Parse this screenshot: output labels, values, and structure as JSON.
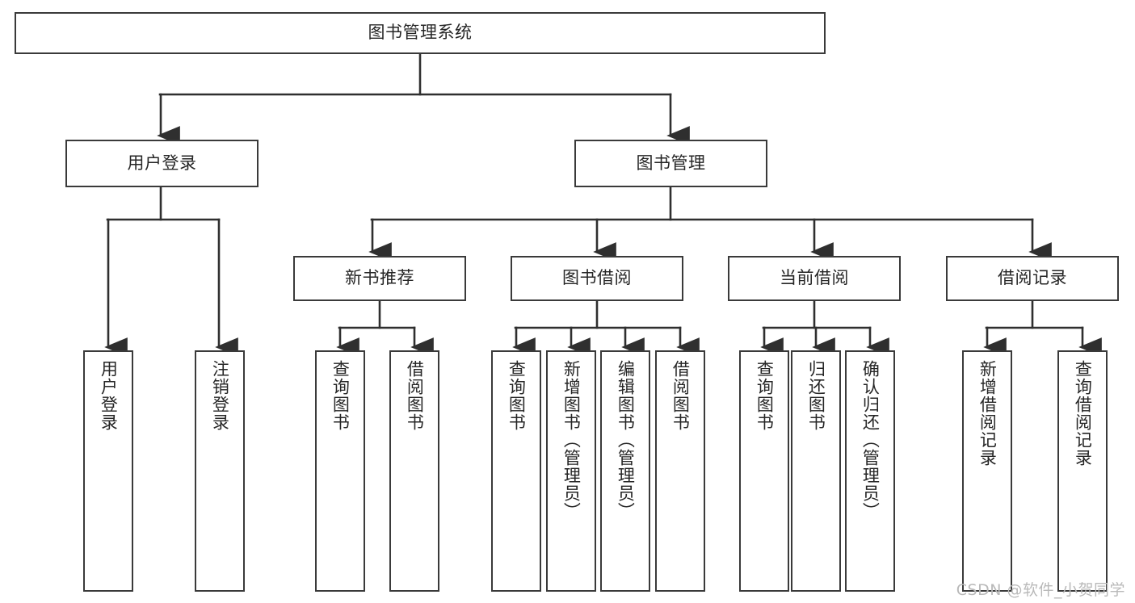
{
  "diagram": {
    "title": "图书管理系统",
    "type": "tree-hierarchy",
    "watermark": "CSDN @软件_小贺同学",
    "colors": {
      "background": "#ffffff",
      "box_border": "#3a3a3a",
      "connector": "#2f2f2f",
      "text": "#262626",
      "watermark": "#b9b9b9"
    },
    "root": {
      "label": "图书管理系统"
    },
    "level2": [
      {
        "label": "用户登录"
      },
      {
        "label": "图书管理"
      }
    ],
    "level3": [
      {
        "label": "新书推荐"
      },
      {
        "label": "图书借阅"
      },
      {
        "label": "当前借阅"
      },
      {
        "label": "借阅记录"
      }
    ],
    "leaves": {
      "user_login": [
        {
          "label": "用户登录"
        },
        {
          "label": "注销登录"
        }
      ],
      "new_book_recommend": [
        {
          "label": "查询图书"
        },
        {
          "label": "借阅图书"
        }
      ],
      "book_borrow": [
        {
          "label": "查询图书"
        },
        {
          "label": "新增图书（管理员）"
        },
        {
          "label": "编辑图书（管理员）"
        },
        {
          "label": "借阅图书"
        }
      ],
      "current_borrow": [
        {
          "label": "查询图书"
        },
        {
          "label": "归还图书"
        },
        {
          "label": "确认归还（管理员）"
        }
      ],
      "borrow_record": [
        {
          "label": "新增借阅记录"
        },
        {
          "label": "查询借阅记录"
        }
      ]
    }
  }
}
